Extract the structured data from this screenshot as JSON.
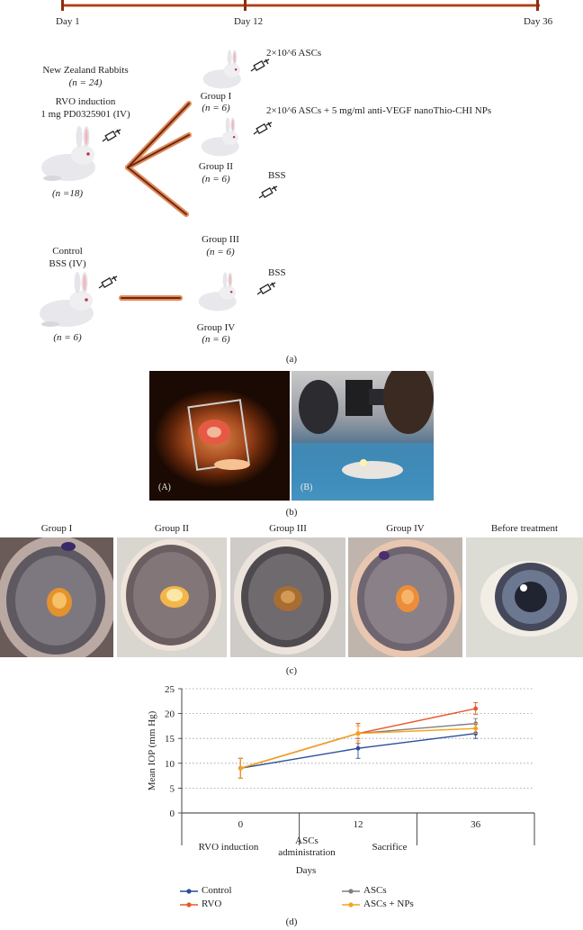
{
  "timeline": {
    "day1": "Day 1",
    "day12": "Day 12",
    "day36": "Day 36"
  },
  "panel_a": {
    "rabbits_title": "New Zealand Rabbits",
    "rabbits_n": "(n = 24)",
    "rvo_title": "RVO induction",
    "rvo_dose": "1 mg PD0325901 (IV)",
    "rvo_n": "(n =18)",
    "control_title": "Control",
    "control_dose": "BSS (IV)",
    "control_n": "(n = 6)",
    "group1": "Group I",
    "group1_n": "(n = 6)",
    "group1_treatment": "2×10^6 ASCs",
    "group2": "Group II",
    "group2_n": "(n = 6)",
    "group2_treatment": "2×10^6 ASCs + 5 mg/ml anti-VEGF nanoThio-CHI NPs",
    "group3": "Group III",
    "group3_n": "(n = 6)",
    "group3_treatment": "BSS",
    "group4": "Group IV",
    "group4_n": "(n = 6)",
    "group4_treatment": "BSS",
    "caption": "(a)"
  },
  "panel_b": {
    "label_a": "(A)",
    "label_b": "(B)",
    "caption": "(b)"
  },
  "panel_c": {
    "titles": [
      "Group I",
      "Group II",
      "Group III",
      "Group IV",
      "Before treatment"
    ],
    "caption": "(c)"
  },
  "panel_d": {
    "caption": "(d)",
    "legend": [
      "Control",
      "ASCs",
      "RVO",
      "ASCs + NPs"
    ],
    "category_labels": [
      "RVO induction",
      "ASCs",
      "administration",
      "Sacrifice"
    ]
  },
  "chart_data": {
    "type": "line",
    "xlabel": "Days",
    "ylabel": "Mean IOP (mm Hg)",
    "x": [
      "0",
      "12",
      "36"
    ],
    "categories": [
      "RVO induction",
      "ASCs administration",
      "Sacrifice"
    ],
    "ylim": [
      0,
      25
    ],
    "yticks": [
      0,
      5,
      10,
      15,
      20,
      25
    ],
    "grid": true,
    "legend_position": "bottom",
    "series": [
      {
        "name": "Control",
        "values": [
          9,
          13,
          16
        ],
        "errors": [
          2,
          2,
          1
        ],
        "color": "#2b4e9b"
      },
      {
        "name": "ASCs",
        "values": [
          9,
          16,
          18
        ],
        "errors": [
          2,
          2,
          1
        ],
        "color": "#7f7f7f"
      },
      {
        "name": "RVO",
        "values": [
          9,
          16,
          21
        ],
        "errors": [
          2,
          2,
          1.2
        ],
        "color": "#e8582a"
      },
      {
        "name": "ASCs + NPs",
        "values": [
          9,
          16,
          17
        ],
        "errors": [
          2,
          1.5,
          1
        ],
        "color": "#f5a21b"
      }
    ]
  }
}
